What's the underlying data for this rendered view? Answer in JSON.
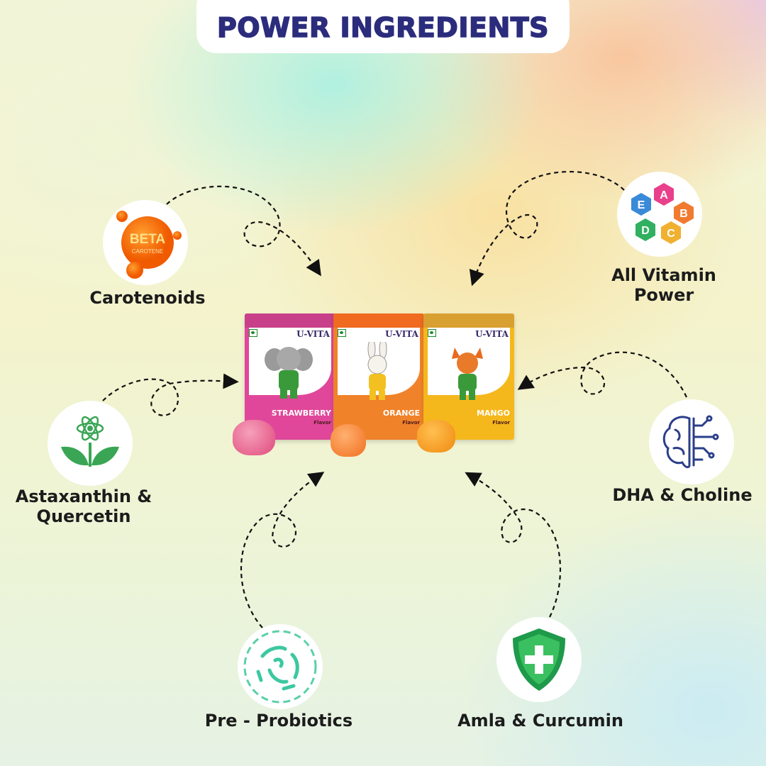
{
  "header": {
    "title": "POWER INGREDIENTS"
  },
  "ingredients": [
    {
      "label": "Carotenoids",
      "icon": "beta-carotene-icon",
      "icon_text": [
        "BETA",
        "CAROTENE"
      ]
    },
    {
      "label_lines": [
        "All Vitamin",
        "Power"
      ],
      "icon": "vitamins-icon",
      "icon_text": [
        "A",
        "B",
        "C",
        "D",
        "E"
      ]
    },
    {
      "label_lines": [
        "Astaxanthin &",
        "Quercetin"
      ],
      "icon": "plant-atom-icon"
    },
    {
      "label": "DHA & Choline",
      "icon": "brain-circuit-icon"
    },
    {
      "label": "Pre - Probiotics",
      "icon": "bacteria-icon"
    },
    {
      "label": "Amla  & Curcumin",
      "icon": "shield-plus-icon"
    }
  ],
  "products": [
    {
      "brand": "U-VITA",
      "flavor": "STRAWBERRY",
      "flavor_sub": "Flavor",
      "color": "#e0479a"
    },
    {
      "brand": "U-VITA",
      "flavor": "ORANGE",
      "flavor_sub": "Flavor",
      "color": "#f0822a"
    },
    {
      "brand": "U-VITA",
      "flavor": "MANGO",
      "flavor_sub": "Flavor",
      "color": "#f5b81c"
    }
  ]
}
